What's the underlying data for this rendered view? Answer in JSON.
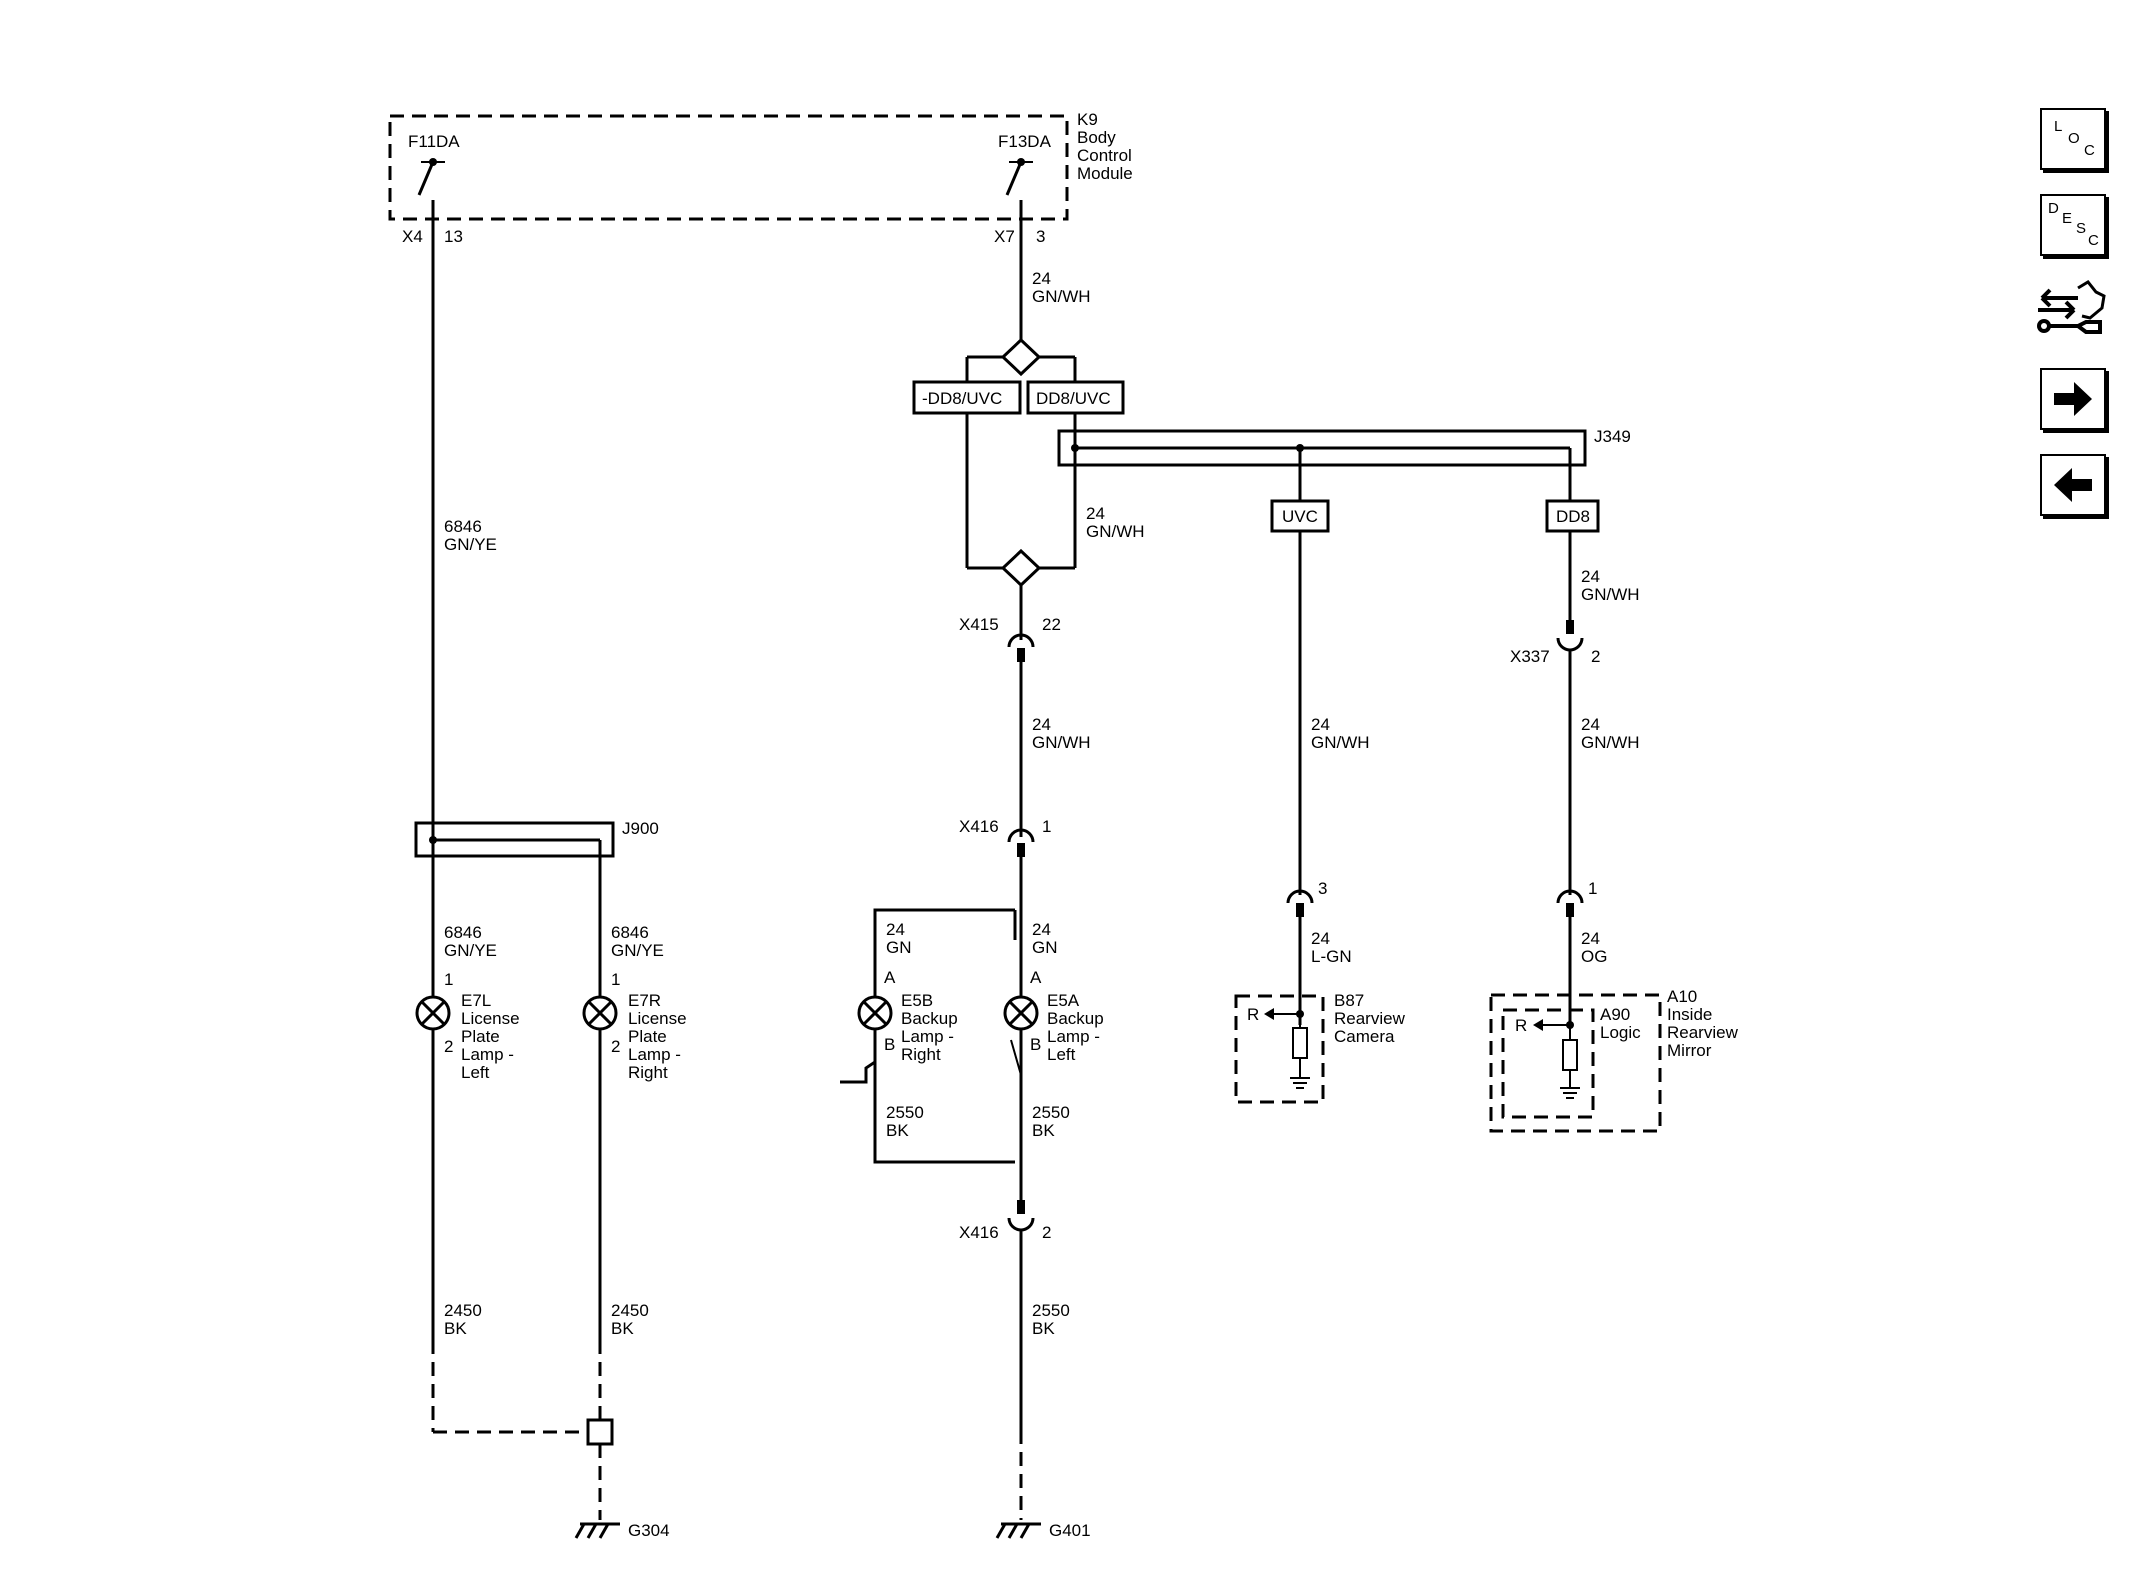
{
  "module": {
    "id": "K9",
    "line1": "Body",
    "line2": "Control",
    "line3": "Module",
    "fuse_left": "F11DA",
    "fuse_right": "F13DA",
    "conn_left": "X4",
    "pin_left": "13",
    "conn_right": "X7",
    "pin_right": "3"
  },
  "wires": {
    "w1_gauge": "24",
    "w1_color": "GN/WH",
    "w2_gauge": "24",
    "w2_color": "GN/WH",
    "w3_gauge": "24",
    "w3_color": "GN/WH",
    "w4_gauge": "24",
    "w4_color": "GN/WH",
    "w5_gauge": "24",
    "w5_color": "GN/WH",
    "w6_gauge": "24",
    "w6_color": "GN/WH",
    "lp_circuit": "6846",
    "lp_color": "GN/YE",
    "lpl_circuit": "6846",
    "lpl_color": "GN/YE",
    "lpr_circuit": "6846",
    "lpr_color": "GN/YE",
    "e5b_gauge": "24",
    "e5b_color": "GN",
    "e5a_gauge": "24",
    "e5a_color": "GN",
    "b87_gauge": "24",
    "b87_color": "L-GN",
    "a10_gauge": "24",
    "a10_color": "OG",
    "e5b_gnd_circuit": "2550",
    "e5b_gnd_color": "BK",
    "e5a_gnd_circuit": "2550",
    "e5a_gnd_color": "BK",
    "g401_circuit": "2550",
    "g401_color": "BK",
    "lpl_gnd_circuit": "2450",
    "lpl_gnd_color": "BK",
    "lpr_gnd_circuit": "2450",
    "lpr_gnd_color": "BK"
  },
  "options": {
    "opt_neg": "-DD8/UVC",
    "opt_pos": "DD8/UVC",
    "uvc": "UVC",
    "dd8": "DD8"
  },
  "splices": {
    "j349": "J349",
    "j900": "J900"
  },
  "connectors": {
    "x415": "X415",
    "x415_pin": "22",
    "x416a": "X416",
    "x416a_pin": "1",
    "x416b": "X416",
    "x416b_pin": "2",
    "x337": "X337",
    "x337_pin": "2",
    "b87_pin": "3",
    "a10_pin": "1"
  },
  "lamps": {
    "e7l": {
      "id": "E7L",
      "l1": "License",
      "l2": "Plate",
      "l3": "Lamp -",
      "l4": "Left",
      "pin1": "1",
      "pin2": "2"
    },
    "e7r": {
      "id": "E7R",
      "l1": "License",
      "l2": "Plate",
      "l3": "Lamp -",
      "l4": "Right",
      "pin1": "1",
      "pin2": "2"
    },
    "e5b": {
      "id": "E5B",
      "l1": "Backup",
      "l2": "Lamp -",
      "l3": "Right",
      "pinA": "A",
      "pinB": "B"
    },
    "e5a": {
      "id": "E5A",
      "l1": "Backup",
      "l2": "Lamp -",
      "l3": "Left",
      "pinA": "A",
      "pinB": "B"
    }
  },
  "devices": {
    "b87": {
      "id": "B87",
      "l1": "Rearview",
      "l2": "Camera",
      "r": "R"
    },
    "a90": {
      "id": "A90",
      "l1": "Logic",
      "r": "R"
    },
    "a10": {
      "id": "A10",
      "l1": "Inside",
      "l2": "Rearview",
      "l3": "Mirror"
    }
  },
  "grounds": {
    "g304": "G304",
    "g401": "G401"
  },
  "nav": {
    "loc": [
      "L",
      "O",
      "C"
    ],
    "desc": [
      "D",
      "E",
      "S",
      "C"
    ]
  }
}
